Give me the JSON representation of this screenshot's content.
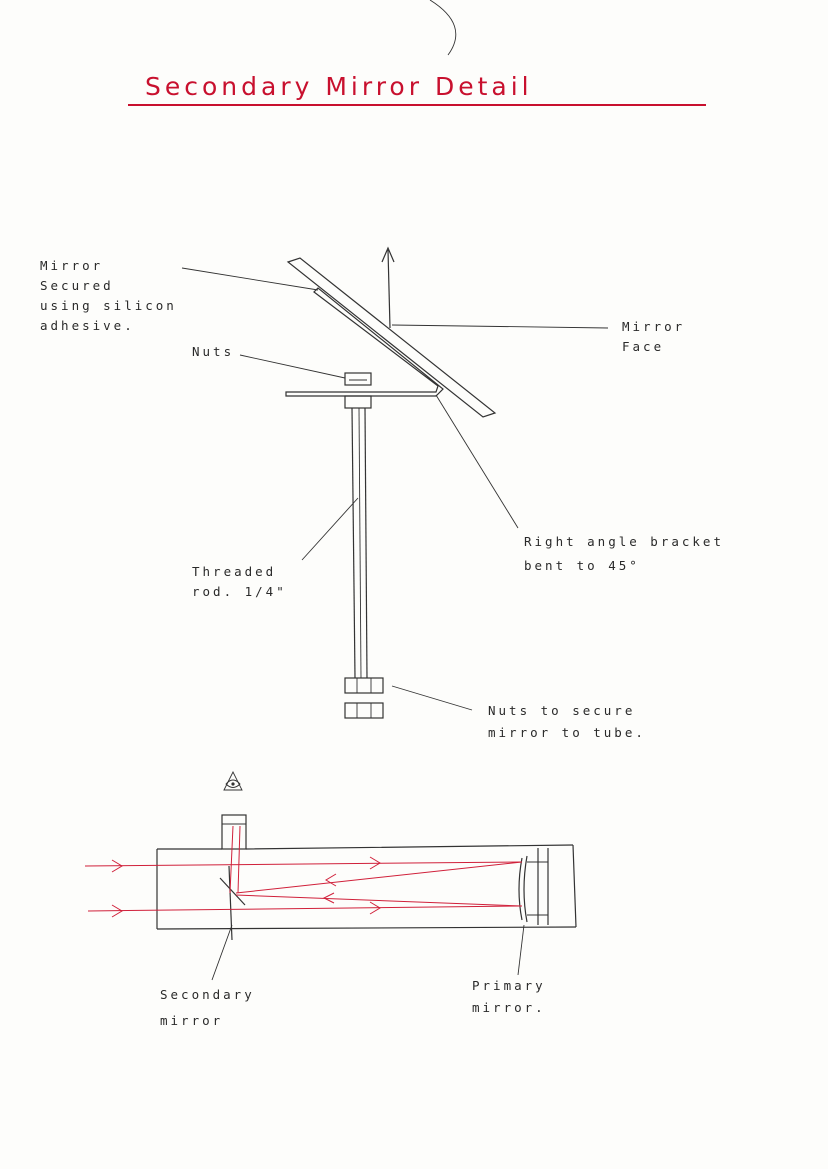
{
  "title": "Secondary Mirror Detail",
  "labels": {
    "mirror_secured": [
      "Mirror",
      "Secured",
      "using silicon",
      "adhesive."
    ],
    "nuts": "Nuts",
    "mirror_face": [
      "Mirror",
      "Face"
    ],
    "bracket": [
      "Right angle bracket",
      "bent to 45°"
    ],
    "threaded_rod": [
      "Threaded",
      "rod. 1/4\""
    ],
    "nuts_secure": [
      "Nuts to secure",
      "mirror to tube."
    ],
    "secondary_mirror": [
      "Secondary",
      "mirror"
    ],
    "primary_mirror": [
      "Primary",
      "mirror."
    ]
  },
  "colors": {
    "title": "#c8102e",
    "light_rays": "#d0203a",
    "ink": "#333333"
  },
  "icons": {
    "eye": "eye-icon"
  }
}
